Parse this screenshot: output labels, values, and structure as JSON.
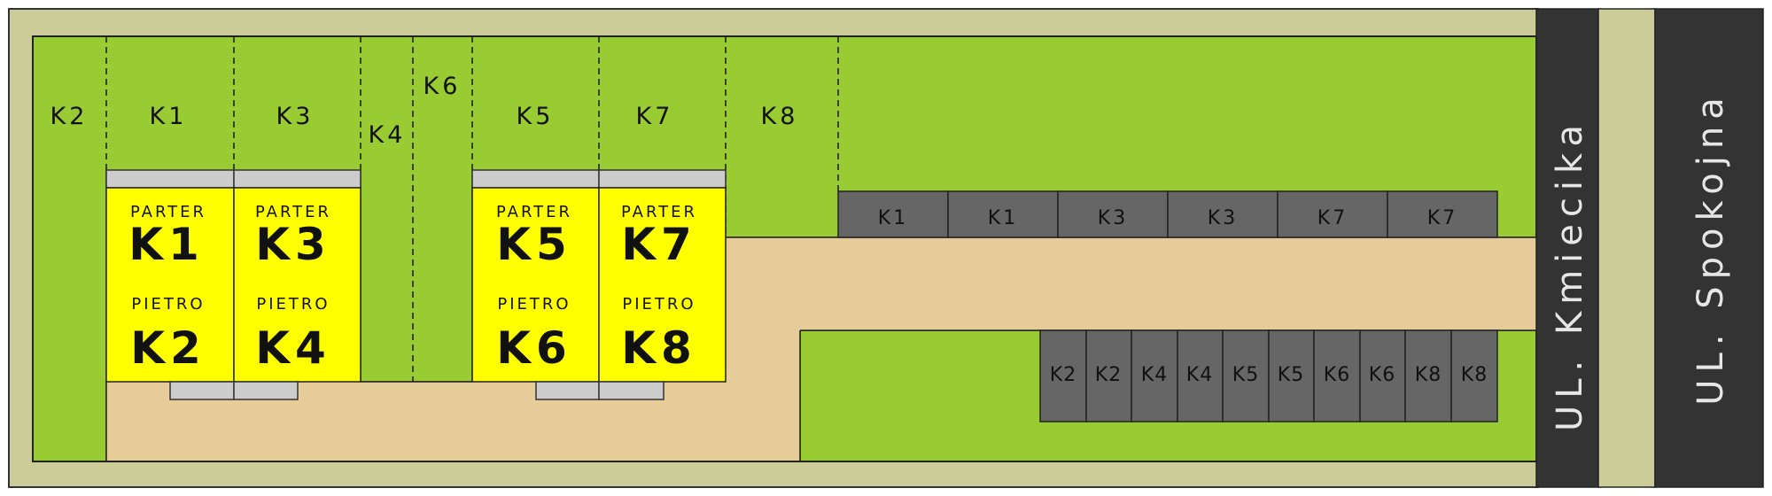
{
  "plots": {
    "strip_left": "K2",
    "p1": "K1",
    "p3": "K3",
    "p4": "K4",
    "p6": "K6",
    "p5": "K5",
    "p7": "K7",
    "p8": "K8"
  },
  "buildings": [
    {
      "ground_label": "PARTER",
      "ground_unit": "K1",
      "upper_label": "PIETRO",
      "upper_unit": "K2"
    },
    {
      "ground_label": "PARTER",
      "ground_unit": "K3",
      "upper_label": "PIETRO",
      "upper_unit": "K4"
    },
    {
      "ground_label": "PARTER",
      "ground_unit": "K5",
      "upper_label": "PIETRO",
      "upper_unit": "K6"
    },
    {
      "ground_label": "PARTER",
      "ground_unit": "K7",
      "upper_label": "PIETRO",
      "upper_unit": "K8"
    }
  ],
  "parking_top": [
    "K1",
    "K1",
    "K3",
    "K3",
    "K7",
    "K7"
  ],
  "parking_bottom": [
    "K2",
    "K2",
    "K4",
    "K4",
    "K5",
    "K5",
    "K6",
    "K6",
    "K8",
    "K8"
  ],
  "streets": {
    "inner": "UL. Kmiecika",
    "outer": "UL. Spokojna"
  },
  "colors": {
    "border": "#cccc99",
    "grass": "#99cc33",
    "driveway": "#e5cc99",
    "building": "#ffff00",
    "terrace": "#cccccc",
    "parking": "#666666",
    "street": "#333333"
  }
}
